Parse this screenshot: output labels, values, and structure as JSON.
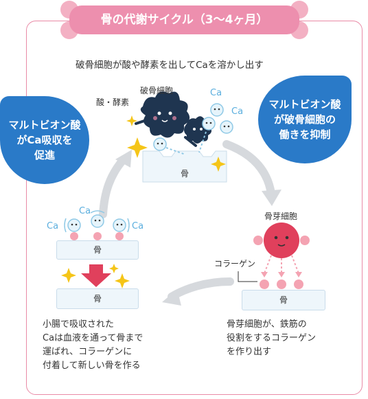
{
  "title": "骨の代謝サイクル（3〜4ヶ月）",
  "top_text": "破骨細胞が酸や酵素を出してCaを溶かし出す",
  "labels": {
    "osteoclast": "破骨細胞",
    "acid_enzyme": "酸・酵素",
    "osteoblast": "骨芽細胞",
    "collagen": "コラーゲン",
    "bone": "骨",
    "ca": "Ca"
  },
  "bubble_left": [
    "マルトビオン酸",
    "がCa吸収を",
    "促進"
  ],
  "bubble_right": [
    "マルトビオン酸",
    "が破骨細胞の",
    "働きを抑制"
  ],
  "text_bottom_left": [
    "小腸で吸収された",
    "Caは血液を通って骨まで",
    "運ばれ、コラーゲンに",
    "付着して新しい骨を作る"
  ],
  "text_bottom_right": [
    "骨芽細胞が、鉄筋の",
    "役割をするコラーゲン",
    "を作り出す"
  ],
  "colors": {
    "pink": "#e98aa6",
    "blue": "#2a7ac8",
    "navy": "#1f3550",
    "red": "#e0405c",
    "arrow_gray": "#cfd3d8"
  }
}
